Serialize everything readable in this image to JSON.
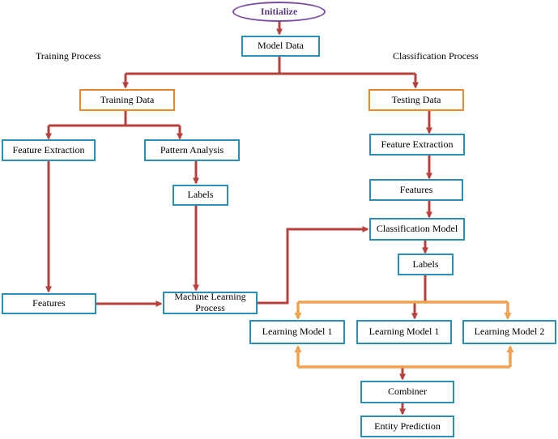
{
  "headings": {
    "training": "Training  Process",
    "classification": "Classification Process"
  },
  "nodes": {
    "initialize": "Initialize",
    "model_data": "Model Data",
    "training_data": "Training  Data",
    "testing_data": "Testing Data",
    "feature_extraction_left": "Feature Extraction",
    "pattern_analysis": "Pattern Analysis",
    "labels_left": "Labels",
    "features_left": "Features",
    "machine_learning_process": "Machine Learning Process",
    "feature_extraction_right": "Feature Extraction",
    "features_right": "Features",
    "classification_model": "Classification Model",
    "labels_right": "Labels",
    "learning_model_a": "Learning Model 1",
    "learning_model_b": "Learning Model 1",
    "learning_model_c": "Learning Model 2",
    "combiner": "Combiner",
    "entity_prediction": "Entity Prediction"
  },
  "colors": {
    "box_border": "#2a8fb5",
    "highlight_border": "#e8872f",
    "arrow_red": "#b8403c",
    "arrow_orange": "#f2a24e",
    "start_oval": "#7a4aa0"
  }
}
